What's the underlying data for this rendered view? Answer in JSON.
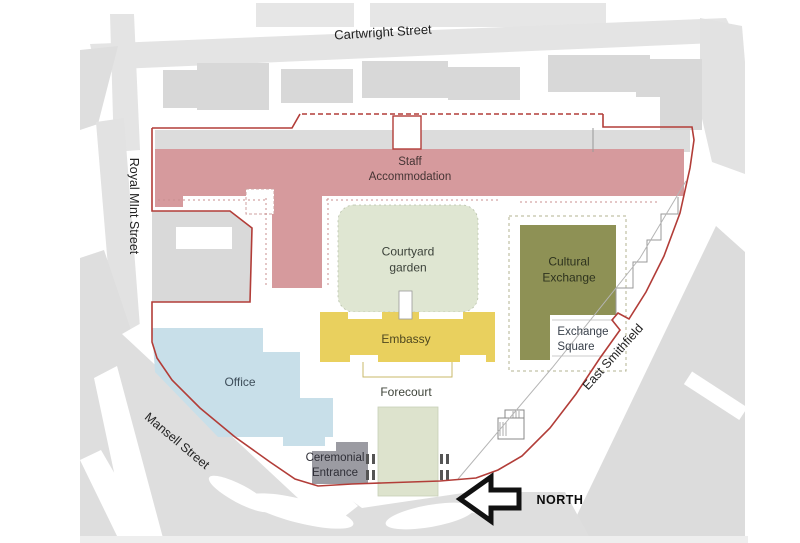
{
  "streets": {
    "cartwright": "Cartwright Street",
    "royal_mint": "Royal MInt Street",
    "mansell": "Mansell Street",
    "east_smithfield": "East Smithfield"
  },
  "areas": {
    "staff_accommodation": {
      "line1": "Staff",
      "line2": "Accommodation",
      "color": "#d69a9d"
    },
    "courtyard_garden": {
      "line1": "Courtyard",
      "line2": "garden",
      "color": "#dfe6d2"
    },
    "cultural_exchange": {
      "line1": "Cultural",
      "line2": "Exchange",
      "color": "#8e9155"
    },
    "embassy": {
      "label": "Embassy",
      "color": "#e9d05e"
    },
    "exchange_square": {
      "line1": "Exchange",
      "line2": "Square"
    },
    "office": {
      "label": "Office",
      "color": "#c8dfe9"
    },
    "forecourt": {
      "label": "Forecourt",
      "color": "#dde3cd"
    },
    "ceremonial_entrance": {
      "line1": "Ceremonial",
      "line2": "Entrance",
      "color": "#9b9ba2"
    }
  },
  "compass": {
    "north": "NORTH"
  },
  "boundary_color": "#b23d38"
}
